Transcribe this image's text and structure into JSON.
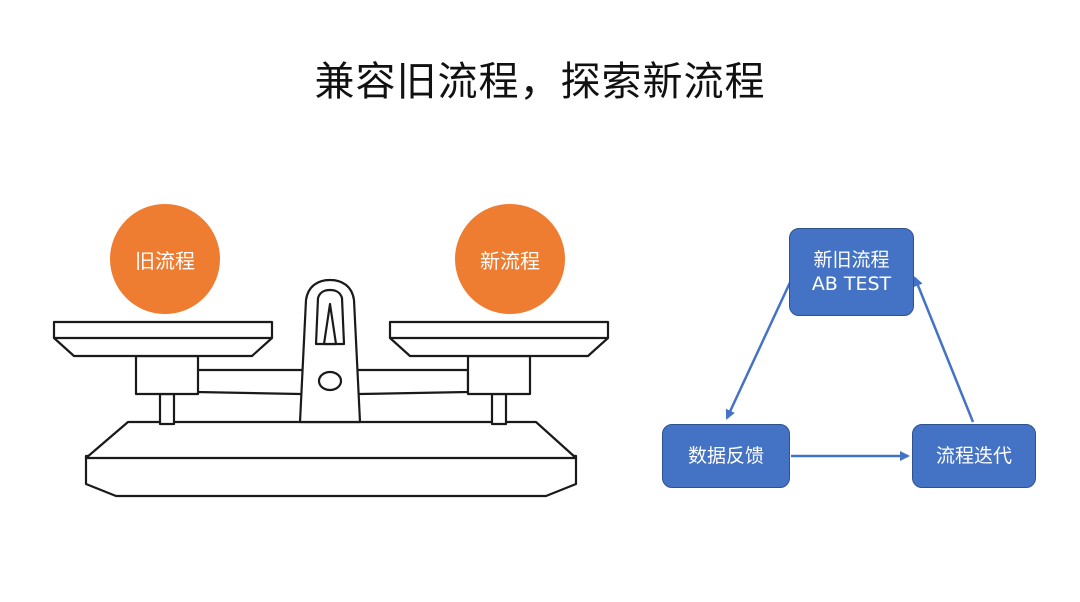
{
  "title": "兼容旧流程，探索新流程",
  "scale": {
    "left_label": "旧流程",
    "right_label": "新流程",
    "circle_color": "#ee7d31"
  },
  "cycle": {
    "box_color": "#4472c4",
    "top_line1": "新旧流程",
    "top_line2": "AB TEST",
    "left": "数据反馈",
    "right": "流程迭代"
  }
}
